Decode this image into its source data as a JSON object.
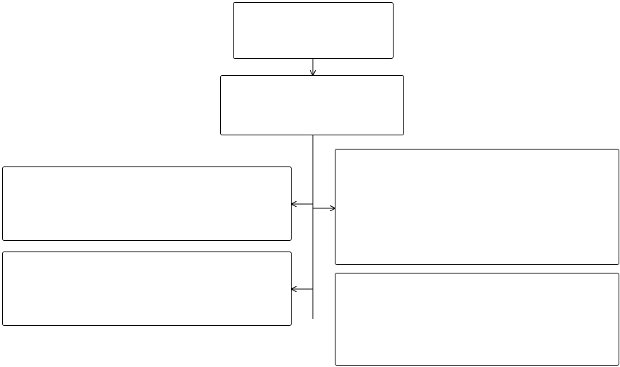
{
  "diagram": {
    "nodes": [
      {
        "id": "top",
        "text": ""
      },
      {
        "id": "second",
        "text": ""
      },
      {
        "id": "left-1",
        "text": ""
      },
      {
        "id": "left-2",
        "text": ""
      },
      {
        "id": "right-1",
        "text": ""
      },
      {
        "id": "right-2",
        "text": ""
      }
    ],
    "edges": [
      {
        "from": "top",
        "to": "second"
      },
      {
        "from": "second",
        "to": "left-1"
      },
      {
        "from": "second",
        "to": "right-1"
      },
      {
        "from": "second",
        "to": "left-2"
      }
    ],
    "colors": {
      "stroke": "#000000",
      "fill": "#ffffff"
    }
  }
}
